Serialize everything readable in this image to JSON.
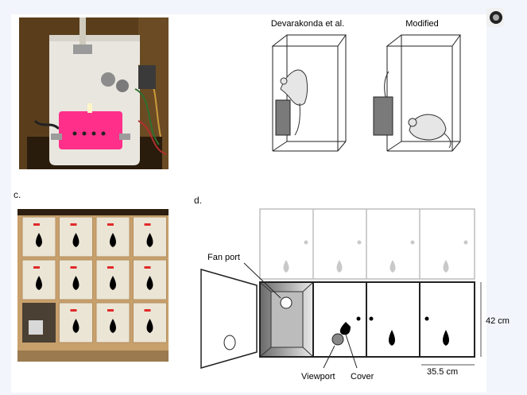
{
  "panel_b": {
    "left_title": "Devarakonda et al.",
    "right_title": "Modified"
  },
  "panel_c": {
    "label": "c."
  },
  "panel_d": {
    "label": "d.",
    "fan_port_label": "Fan port",
    "viewport_label": "Viewport",
    "cover_label": "Cover",
    "height_label": "42 cm",
    "width_label": "35.5 cm"
  },
  "colors": {
    "photo_a_bg": "#3a2a14",
    "pink_board": "#ff2f8a",
    "cabinet_wood": "#c8a06c",
    "locker_door": "#ebe5d6",
    "red_tag": "#e02a2a"
  },
  "icons": [
    "fan-icon"
  ]
}
